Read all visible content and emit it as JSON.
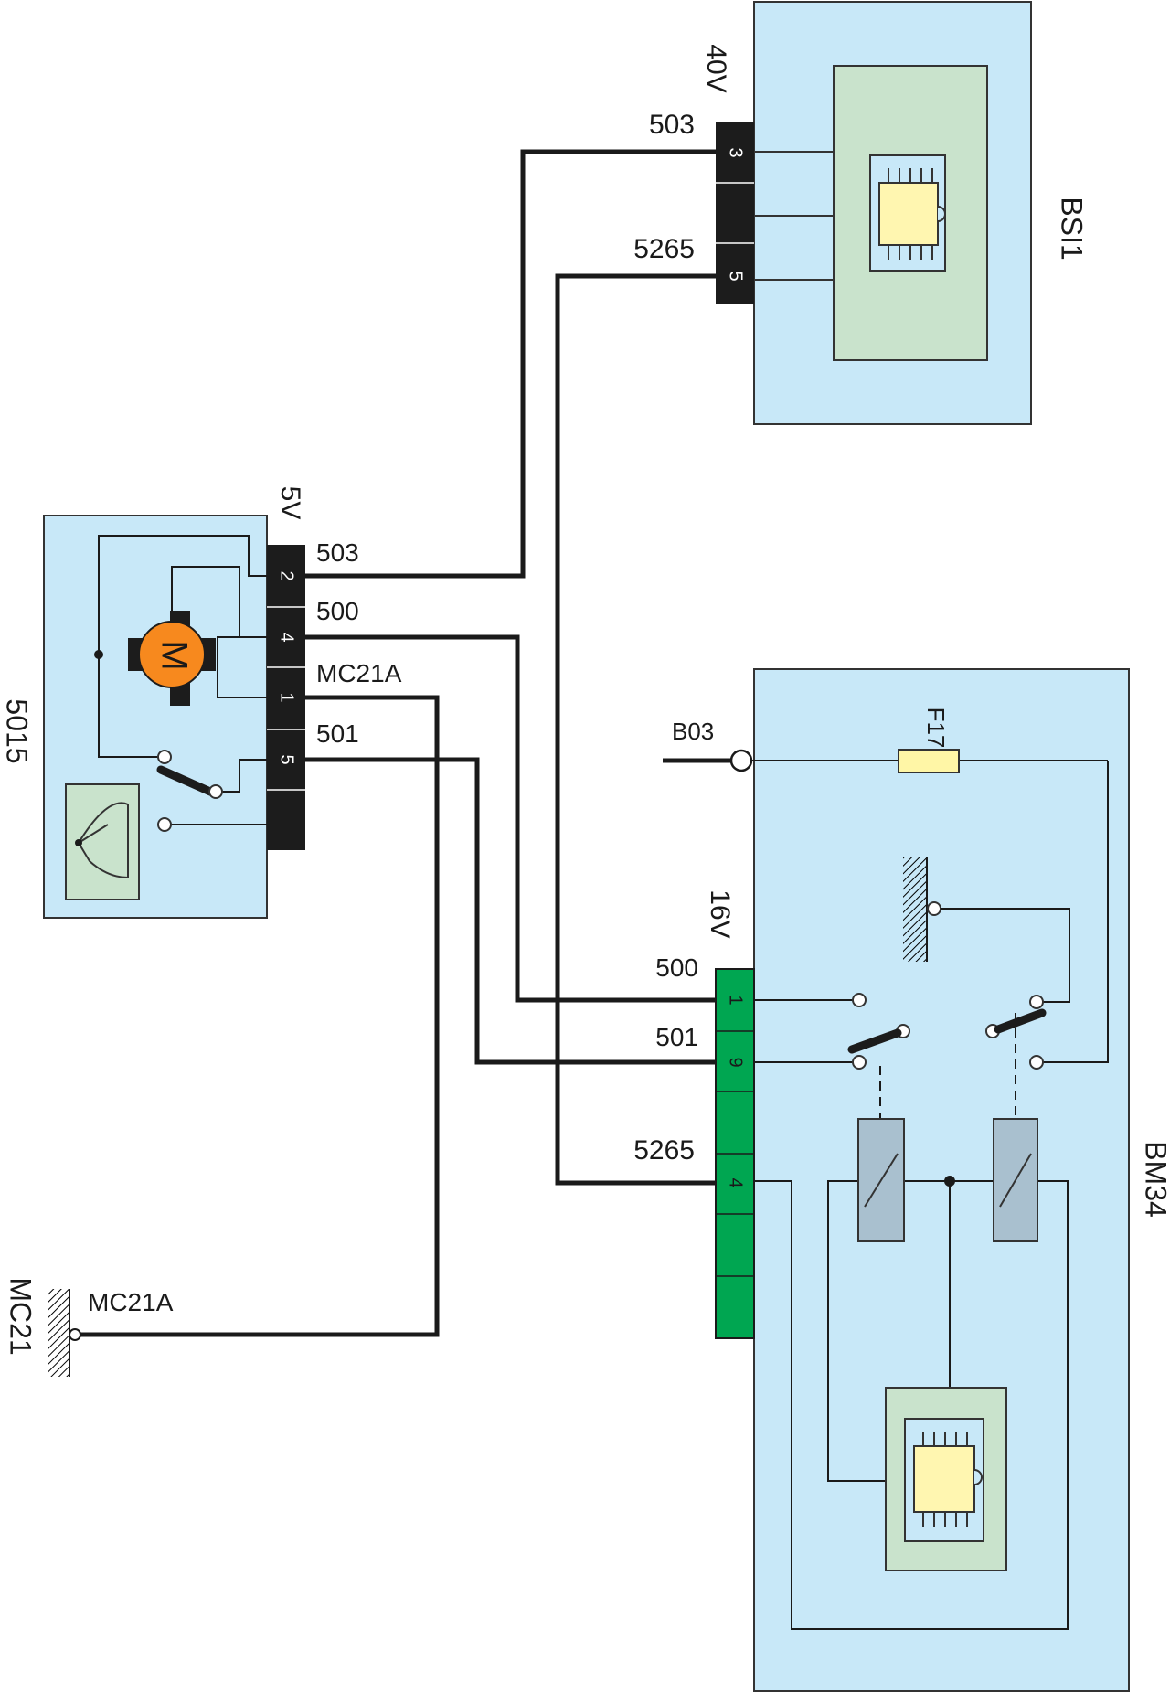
{
  "components": {
    "bsi": {
      "name": "BSI1",
      "connector": "40V",
      "pins": {
        "top": "3",
        "bottom": "5"
      }
    },
    "motor_unit": {
      "name": "5015",
      "connector": "5V",
      "motor_symbol": "M",
      "pins": {
        "p1": "2",
        "p2": "4",
        "p3": "1",
        "p4": "5"
      }
    },
    "bm": {
      "name": "BM34",
      "connector": "16V",
      "fuse": "F17",
      "supply": "B03",
      "pins": {
        "p1": "1",
        "p2": "9",
        "p3": "4"
      }
    },
    "ground": {
      "name": "MC21",
      "wire": "MC21A"
    }
  },
  "wires": {
    "bsi_503": "503",
    "bsi_5265": "5265",
    "m_503": "503",
    "m_500": "500",
    "m_mc21a": "MC21A",
    "m_501": "501",
    "bm_500": "500",
    "bm_501": "501",
    "bm_5265": "5265"
  },
  "colors": {
    "module_fill": "#c8e8f8",
    "ecu_fill": "#c9e3cc",
    "chip_fill": "#fff6b0",
    "connector_black": "#1c1c1c",
    "connector_green": "#00a651",
    "motor": "#f7891e",
    "relay": "#a9c0cf",
    "fuse": "#fff6a6"
  }
}
